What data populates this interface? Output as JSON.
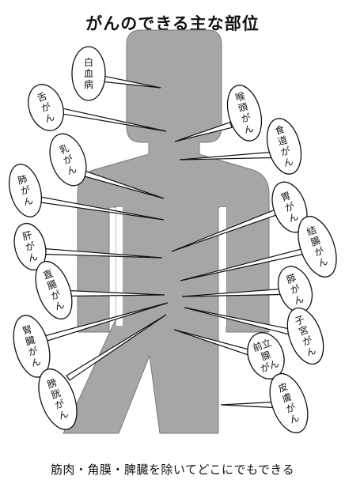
{
  "title": "がんのできる主な部位",
  "caption": "筋肉・角膜・脾臓を除いてどこにでもできる",
  "colors": {
    "body": "#a6a6a6",
    "bubble_fill": "#ffffff",
    "line": "#111111"
  },
  "sites": [
    {
      "id": "leukemia",
      "lines": [
        "白",
        "血",
        "病"
      ]
    },
    {
      "id": "tongue",
      "lines": [
        "舌",
        "が",
        "ん"
      ]
    },
    {
      "id": "larynx",
      "lines": [
        "喉",
        "頭",
        "が",
        "ん"
      ]
    },
    {
      "id": "esophagus",
      "lines": [
        "食",
        "道",
        "が",
        "ん"
      ]
    },
    {
      "id": "breast",
      "lines": [
        "乳",
        "が",
        "ん"
      ]
    },
    {
      "id": "lung",
      "lines": [
        "肺",
        "が",
        "ん"
      ]
    },
    {
      "id": "stomach",
      "lines": [
        "胃",
        "が",
        "ん"
      ]
    },
    {
      "id": "liver",
      "lines": [
        "肝",
        "が",
        "ん"
      ]
    },
    {
      "id": "colon",
      "lines": [
        "結",
        "腸",
        "が",
        "ん"
      ]
    },
    {
      "id": "rectum",
      "lines": [
        "直",
        "腸",
        "が",
        "ん"
      ]
    },
    {
      "id": "pancreas",
      "lines": [
        "膵",
        "が",
        "ん"
      ]
    },
    {
      "id": "kidney",
      "lines": [
        "腎",
        "臓",
        "が",
        "ん"
      ]
    },
    {
      "id": "uterus",
      "lines": [
        "子",
        "宮",
        "が",
        "ん"
      ]
    },
    {
      "id": "prostate",
      "lines": [
        "前立",
        "腺",
        "がん"
      ]
    },
    {
      "id": "bladder",
      "lines": [
        "膀",
        "胱",
        "が",
        "ん"
      ]
    },
    {
      "id": "skin",
      "lines": [
        "皮",
        "膚",
        "が",
        "ん"
      ]
    }
  ]
}
